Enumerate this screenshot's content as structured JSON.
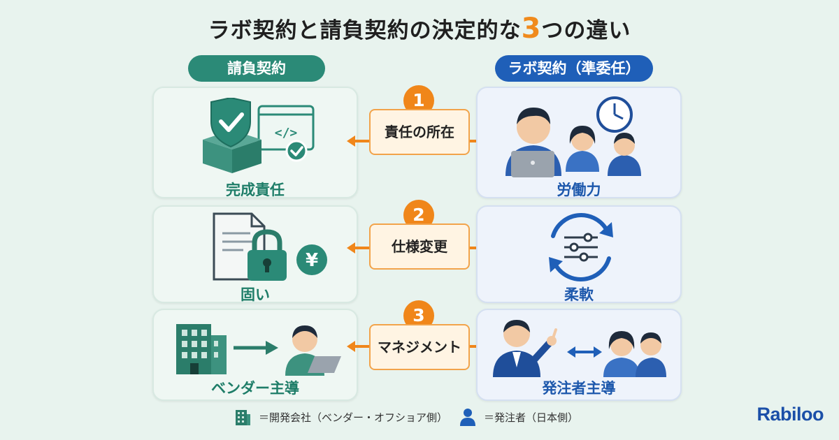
{
  "title": {
    "prefix": "ラボ契約と請負契約の決定的な",
    "number": "3",
    "suffix": "つの違い"
  },
  "headers": {
    "left": "請負契約",
    "right": "ラボ契約（準委任）"
  },
  "rows": [
    {
      "num": "1",
      "label": "責任の所在",
      "left_caption": "完成責任",
      "right_caption": "労働力"
    },
    {
      "num": "2",
      "label": "仕様変更",
      "left_caption": "固い",
      "right_caption": "柔軟"
    },
    {
      "num": "3",
      "label": "マネジメント",
      "left_caption": "ベンダー主導",
      "right_caption": "発注者主導"
    }
  ],
  "icon_text": {
    "yen": "¥",
    "code": "</>"
  },
  "legend": {
    "building": {
      "icon": "building-icon",
      "text": "＝開発会社（ベンダー・オフショア側）"
    },
    "person": {
      "icon": "person-icon",
      "text": "＝発注者（日本側）"
    }
  },
  "brand": "Rabiloo",
  "colors": {
    "green": "#2b8a77",
    "blue": "#1f5fb8",
    "orange": "#f0861a",
    "background": "#e8f3ee"
  }
}
